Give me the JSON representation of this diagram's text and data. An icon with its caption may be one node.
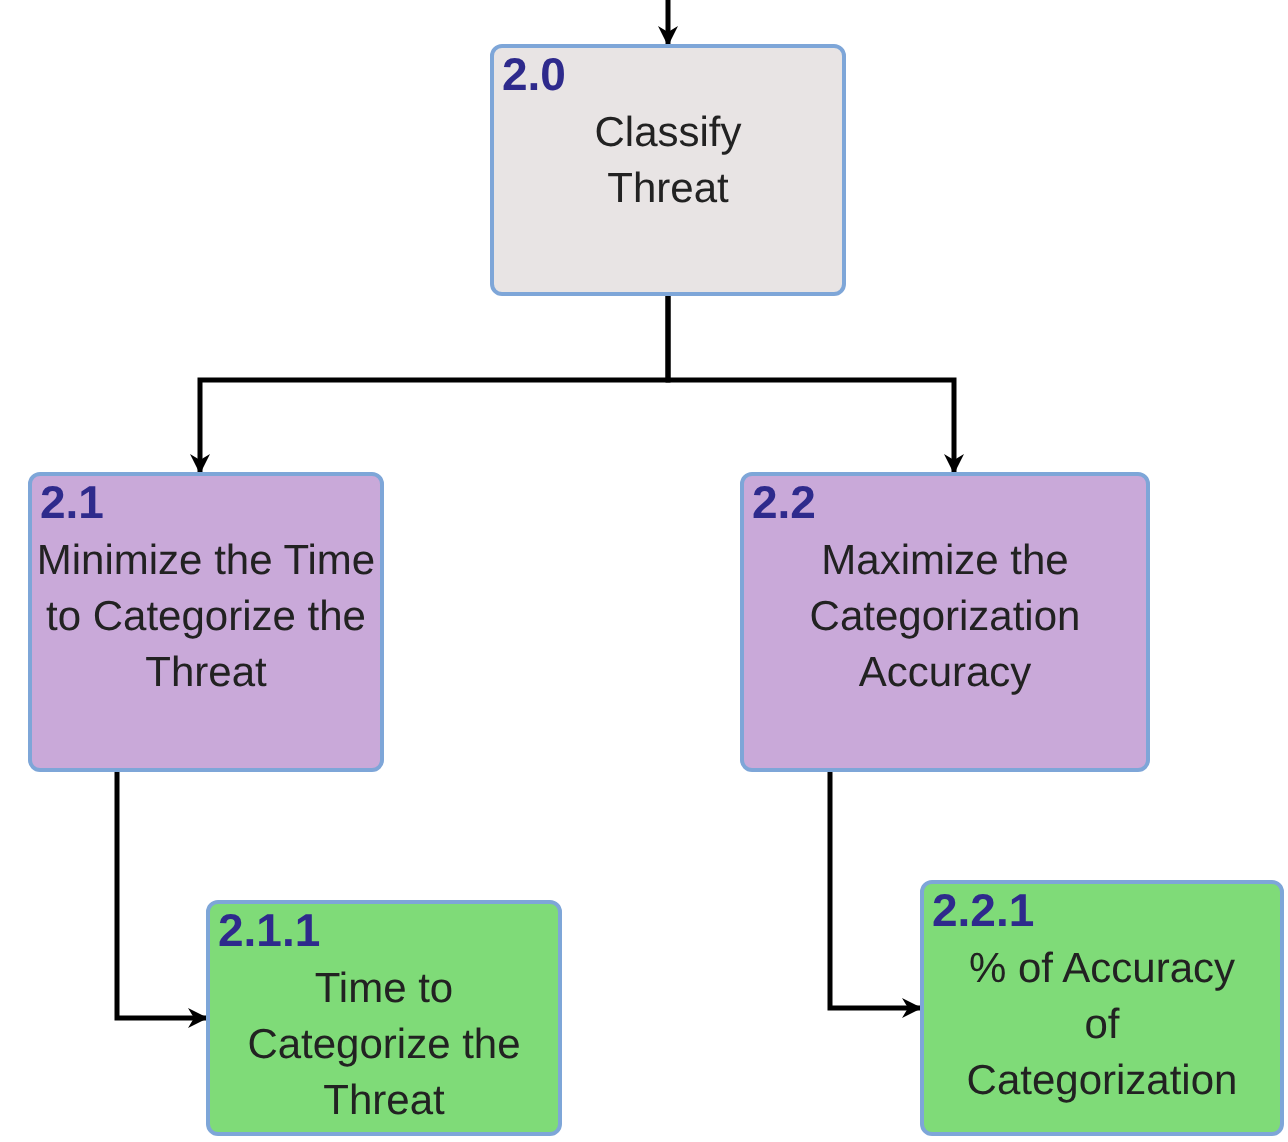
{
  "diagram": {
    "nodes": [
      {
        "text": [
          "2.0",
          "Classify Threat"
        ]
      },
      {
        "text": [
          "2.1",
          "Minimize the Time to Categorize the Threat"
        ]
      },
      {
        "text": [
          "2.2",
          "Maximize the Categorization Accuracy"
        ]
      },
      {
        "text": [
          "2.1.1",
          "Time to Categorize the Threat"
        ]
      },
      {
        "text": [
          "2.2.1",
          "% of Accuracy of Categorization"
        ]
      }
    ],
    "edges": [
      {
        "from": null,
        "to": 0,
        "arrow": "to"
      },
      {
        "from": 0,
        "to": 1,
        "arrow": "to"
      },
      {
        "from": 0,
        "to": 2,
        "arrow": "to"
      },
      {
        "from": 1,
        "to": 3,
        "arrow": "to"
      },
      {
        "from": 2,
        "to": 4,
        "arrow": "to"
      }
    ]
  }
}
